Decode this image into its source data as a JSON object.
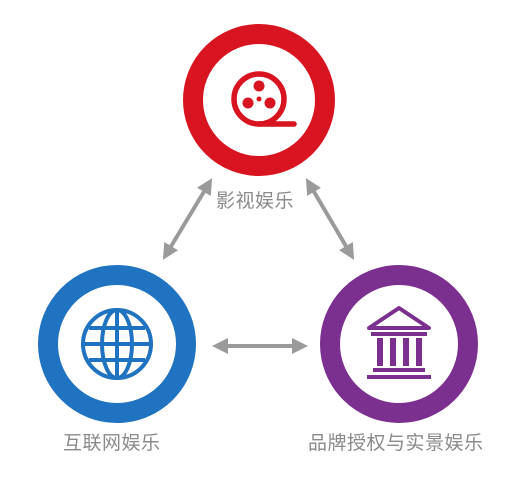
{
  "nodes": {
    "film": {
      "label": "影视娱乐",
      "color": "#d7141f",
      "icon": "film-reel-icon"
    },
    "internet": {
      "label": "互联网娱乐",
      "color": "#1f73c0",
      "icon": "globe-icon"
    },
    "brand": {
      "label": "品牌授权与实景娱乐",
      "color": "#7b2f8e",
      "icon": "museum-building-icon"
    }
  },
  "connections": [
    {
      "from": "film",
      "to": "internet",
      "type": "bidirectional-arrow"
    },
    {
      "from": "film",
      "to": "brand",
      "type": "bidirectional-arrow"
    },
    {
      "from": "internet",
      "to": "brand",
      "type": "bidirectional-arrow"
    }
  ],
  "colors": {
    "arrow": "#9a9a9a",
    "label": "#8a8a8a"
  }
}
